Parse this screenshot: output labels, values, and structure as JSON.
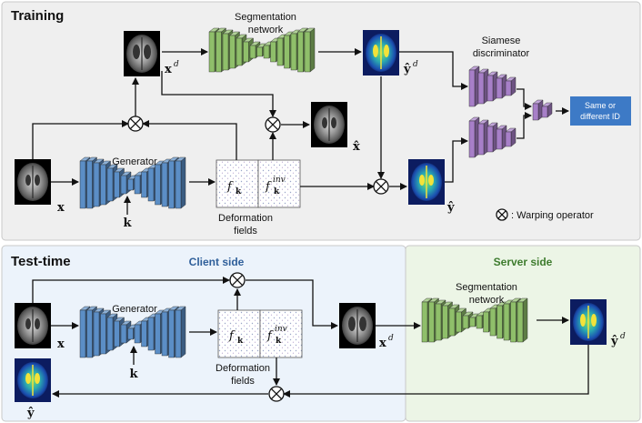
{
  "training": {
    "title": "Training",
    "segmentation_label": [
      "Segmentation",
      "network"
    ],
    "siamese_label": [
      "Siamese",
      "discriminator"
    ],
    "generator_label": "Generator",
    "deformation_label": [
      "Deformation",
      "fields"
    ],
    "output_box": [
      "Same or",
      "different ID"
    ],
    "warping_legend": ": Warping operator"
  },
  "testtime": {
    "title": "Test-time",
    "client_title": "Client side",
    "server_title": "Server side",
    "generator_label": "Generator",
    "segmentation_label": [
      "Segmentation",
      "network"
    ],
    "deformation_label": [
      "Deformation",
      "fields"
    ]
  },
  "math": {
    "x": "x",
    "xd": "x",
    "xd_sup": "d",
    "k": "k",
    "yd": "ŷ",
    "yd_sup": "d",
    "y": "ŷ",
    "xhat": "x̂",
    "f": "f",
    "f_sub": "k",
    "finv": "f",
    "finv_sub": "k",
    "finv_sup": "inv"
  },
  "colors": {
    "training_bg": "#efefef",
    "client_bg": "#ecf3fb",
    "server_bg": "#ecf5e6",
    "generator": "#5b8ec6",
    "segmentation": "#8fbf6a",
    "discriminator": "#a77fc8",
    "output_box": "#3d7ac6",
    "client_title": "#2f5f9a",
    "server_title": "#3e7c2e"
  }
}
